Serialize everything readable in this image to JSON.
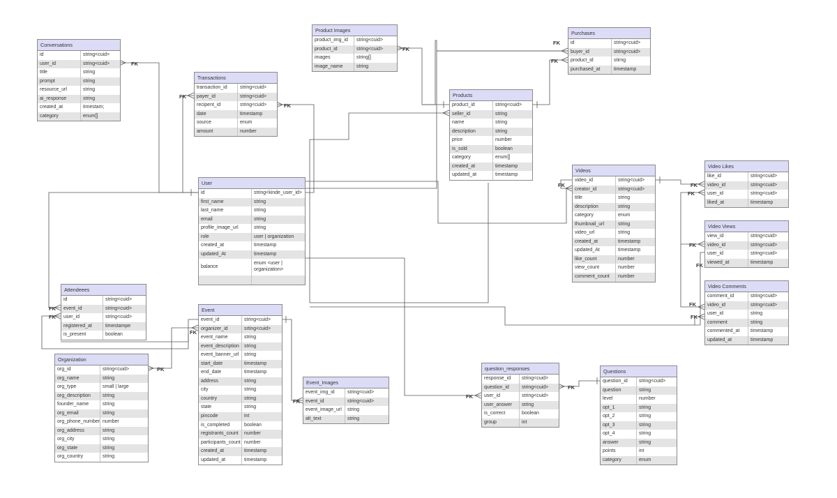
{
  "fk_label": "FK",
  "pk_label": "PK",
  "tables": {
    "conversations": {
      "title": "Conversations",
      "rows": [
        [
          "id",
          "string<cuid>"
        ],
        [
          "user_id",
          "string<cuid>"
        ],
        [
          "title",
          "string"
        ],
        [
          "prompt",
          "string"
        ],
        [
          "resource_url",
          "string"
        ],
        [
          "ai_response",
          "string"
        ],
        [
          "created_at",
          "timestam;"
        ],
        [
          "category",
          "enum[]"
        ]
      ]
    },
    "product_images": {
      "title": "Product Images",
      "rows": [
        [
          "product_img_id",
          "string<cuid>"
        ],
        [
          "product_id",
          "string<cuid>"
        ],
        [
          "images",
          "string[]"
        ],
        [
          "image_name",
          "string"
        ]
      ]
    },
    "purchases": {
      "title": "Purchases",
      "rows": [
        [
          "id",
          "string<cuid>"
        ],
        [
          "buyer_id",
          "string<cuid>"
        ],
        [
          "product_id",
          "stirng"
        ],
        [
          "purchased_at",
          "timestamp"
        ]
      ]
    },
    "transactions": {
      "title": "Transactions",
      "rows": [
        [
          "transaction_id",
          "string<cuid>"
        ],
        [
          "payer_id",
          "string<cuid>"
        ],
        [
          "recipent_id",
          "string<cuid>"
        ],
        [
          "date",
          "timestamp"
        ],
        [
          "source",
          "enum"
        ],
        [
          "amount",
          "number"
        ]
      ]
    },
    "products": {
      "title": "Products",
      "rows": [
        [
          "product_id",
          "string<cuid>"
        ],
        [
          "seller_id",
          "string"
        ],
        [
          "name",
          "string"
        ],
        [
          "description",
          "string"
        ],
        [
          "price",
          "number"
        ],
        [
          "is_sold",
          "boolean"
        ],
        [
          "category",
          "enum[]"
        ],
        [
          "created_at",
          "timestamp"
        ],
        [
          "updated_at",
          "timestamp"
        ]
      ]
    },
    "user": {
      "title": "User",
      "rows": [
        [
          "id",
          "string<kinde_user_id>"
        ],
        [
          "first_name",
          "string"
        ],
        [
          "last_name",
          "string"
        ],
        [
          "email",
          "string"
        ],
        [
          "profile_image_url",
          "string"
        ],
        [
          "role",
          "user | organization"
        ],
        [
          "created_at",
          "timestamp"
        ],
        [
          "updated_At",
          "timestamp"
        ],
        [
          "balance",
          "enum <user | organization>"
        ],
        [
          "",
          ""
        ]
      ]
    },
    "videos": {
      "title": "Videos",
      "rows": [
        [
          "video_id",
          "string<cuid>"
        ],
        [
          "creator_id",
          "string<cuid>"
        ],
        [
          "title",
          "string"
        ],
        [
          "description",
          "string"
        ],
        [
          "category",
          "enum"
        ],
        [
          "thumbnail_url",
          "string"
        ],
        [
          "video_url",
          "string"
        ],
        [
          "created_at",
          "timestamp"
        ],
        [
          "updated_At",
          "timestamp"
        ],
        [
          "like_count",
          "number"
        ],
        [
          "view_count",
          "number"
        ],
        [
          "comment_count",
          "number"
        ]
      ]
    },
    "video_likes": {
      "title": "Video Likes",
      "rows": [
        [
          "like_id",
          "string<cuid>"
        ],
        [
          "video_id",
          "string<cuid>"
        ],
        [
          "user_id",
          "string<cuid>"
        ],
        [
          "liked_at",
          "timestamp"
        ]
      ]
    },
    "video_views": {
      "title": "Video Views",
      "rows": [
        [
          "view_id",
          "string<cuid>"
        ],
        [
          "video_id",
          "string<cuid>"
        ],
        [
          "user_id",
          "string<cuid>"
        ],
        [
          "viewed_at",
          "timestamp"
        ]
      ]
    },
    "video_comments": {
      "title": "Video Comments",
      "rows": [
        [
          "comment_id",
          "string<cuid>"
        ],
        [
          "video_id",
          "string<cuid>"
        ],
        [
          "user_id",
          "string"
        ],
        [
          "comment",
          "string"
        ],
        [
          "commented_at",
          "timestamp"
        ],
        [
          "updated_at",
          "timestamp"
        ]
      ]
    },
    "attendees": {
      "title": "Attendeees",
      "rows": [
        [
          "id",
          "string<cuid>"
        ],
        [
          "event_id",
          "string<cuid>"
        ],
        [
          "user_id",
          "string<cuid>"
        ],
        [
          "registered_at",
          "timestampe"
        ],
        [
          "is_present",
          "boolean"
        ]
      ]
    },
    "event": {
      "title": "Event",
      "rows": [
        [
          "event_id",
          "string<cuid>"
        ],
        [
          "organizer_id",
          "srting<cuid>"
        ],
        [
          "event_name",
          "string"
        ],
        [
          "event_description",
          "string"
        ],
        [
          "event_banner_url",
          "string"
        ],
        [
          "start_date",
          "timestamp"
        ],
        [
          "end_date",
          "timestamp"
        ],
        [
          "address",
          "string"
        ],
        [
          "city",
          "string"
        ],
        [
          "country",
          "string"
        ],
        [
          "state",
          "string"
        ],
        [
          "pincode",
          "int"
        ],
        [
          "is_completed",
          "boolean"
        ],
        [
          "registrants_count",
          "number"
        ],
        [
          "participants_count",
          "number"
        ],
        [
          "created_at",
          "timestamp"
        ],
        [
          "updated_at",
          "timestamp"
        ]
      ]
    },
    "organization": {
      "title": "Organization",
      "rows": [
        [
          "org_id",
          "string<cuid>"
        ],
        [
          "org_name",
          "string"
        ],
        [
          "org_type",
          "small | large"
        ],
        [
          "org_description",
          "string"
        ],
        [
          "founder_name",
          "string"
        ],
        [
          "org_email",
          "string"
        ],
        [
          "org_phone_number",
          "number"
        ],
        [
          "org_address",
          "string"
        ],
        [
          "org_city",
          "string"
        ],
        [
          "org_state",
          "string"
        ],
        [
          "org_country",
          "string"
        ]
      ]
    },
    "event_images": {
      "title": "Event_Images",
      "rows": [
        [
          "event_img_id",
          "string<cuid>"
        ],
        [
          "event_id",
          "string<cuid>"
        ],
        [
          "event_image_url",
          "string"
        ],
        [
          "alt_text",
          "string"
        ]
      ]
    },
    "question_responses": {
      "title": "question_responses",
      "rows": [
        [
          "response_id",
          "string<cuid>"
        ],
        [
          "question_id",
          "string<cuid>"
        ],
        [
          "user_id",
          "string<cuid>"
        ],
        [
          "user_answer",
          "string"
        ],
        [
          "is_correct",
          "boolean"
        ],
        [
          "group",
          "int"
        ]
      ]
    },
    "questions": {
      "title": "Questions",
      "rows": [
        [
          "question_id",
          "string<cuid>"
        ],
        [
          "question",
          "string"
        ],
        [
          "level",
          "number"
        ],
        [
          "opt_1",
          "string"
        ],
        [
          "opt_2",
          "string"
        ],
        [
          "opt_3",
          "string"
        ],
        [
          "opt_4",
          "string"
        ],
        [
          "answer",
          "string"
        ],
        [
          "points",
          "int"
        ],
        [
          "category",
          "enum"
        ]
      ]
    }
  }
}
